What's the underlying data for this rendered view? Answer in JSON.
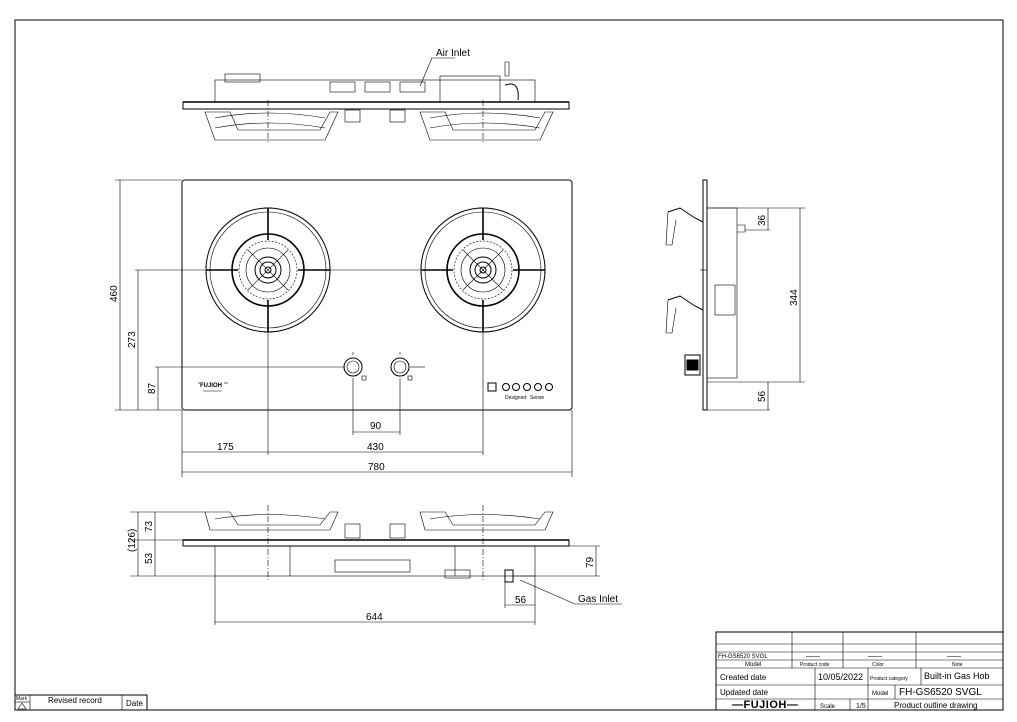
{
  "callouts": {
    "air_inlet": "Air Inlet",
    "gas_inlet": "Gas Inlet"
  },
  "dimensions": {
    "height_460": "460",
    "height_273": "273",
    "height_87": "87",
    "knob_spacing_90": "90",
    "left_175": "175",
    "burner_spacing_430": "430",
    "width_780": "780",
    "side_36": "36",
    "side_344": "344",
    "side_56": "56",
    "front_total_126": "(126)",
    "front_73": "73",
    "front_53": "53",
    "front_79": "79",
    "front_56": "56",
    "front_644": "644"
  },
  "panel": {
    "brand_label": "FUJIOH",
    "control_labels": [
      "Designed",
      "Sense"
    ]
  },
  "title_block": {
    "model_value": "FH-GS6520 SVGL",
    "dash": "——",
    "model_label": "Model",
    "product_code_label": "Product code",
    "color_label": "Color",
    "note_label": "Note",
    "created_date_label": "Created date",
    "created_date_value": "10/05/2022",
    "product_category_label": "Product category",
    "product_category_value": "Built-in Gas Hob",
    "updated_date_label": "Updated date",
    "model_label_2": "Model",
    "model_value_2": "FH-GS6520 SVGL",
    "brand": "—FUJIOH—",
    "scale_label": "Scale",
    "scale_value": "1/5",
    "drawing_title": "Product outline drawing"
  },
  "revision_block": {
    "mark_label": "Mark",
    "revised_record_label": "Revised record",
    "date_label": "Date"
  }
}
